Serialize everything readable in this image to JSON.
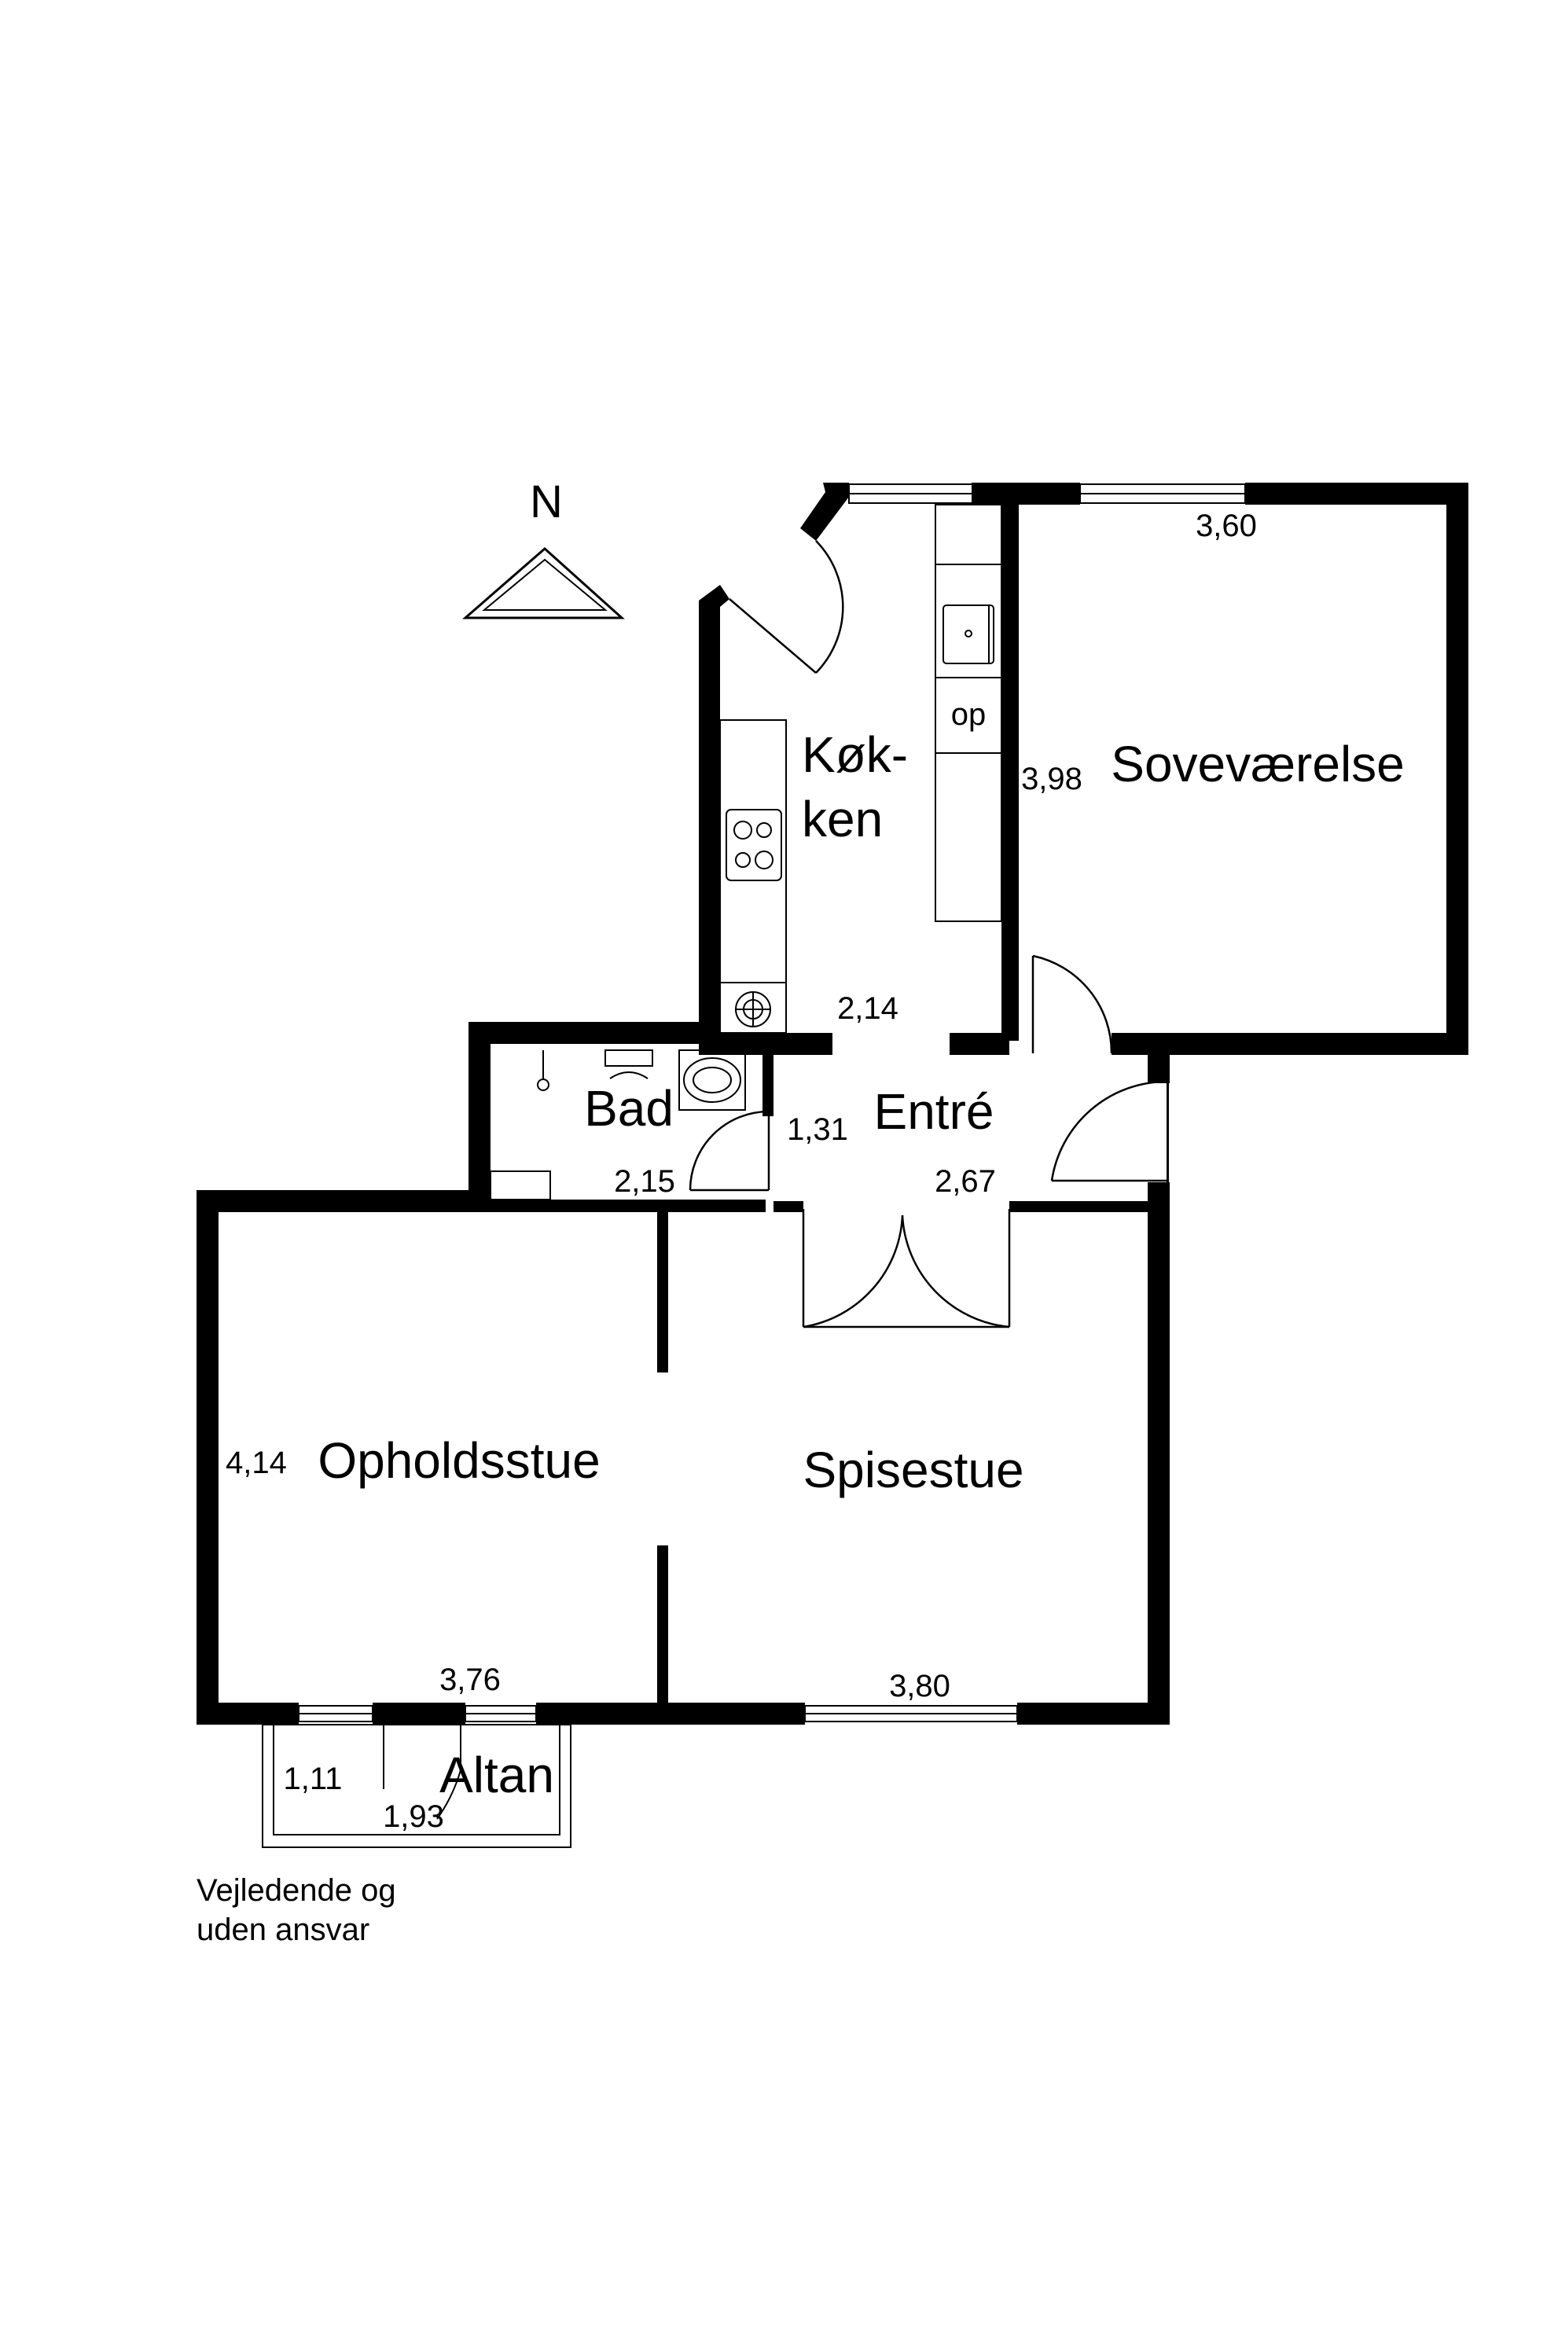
{
  "compass": {
    "label": "N"
  },
  "rooms": {
    "kitchen_line1": "Køk-",
    "kitchen_line2": "ken",
    "bedroom": "Soveværelse",
    "bath": "Bad",
    "entry": "Entré",
    "living": "Opholdsstue",
    "dining": "Spisestue",
    "balcony": "Altan"
  },
  "dimensions": {
    "bedroom_width": "3,60",
    "bedroom_depth": "3,98",
    "kitchen_width": "2,14",
    "entry_depth": "1,31",
    "entry_width": "2,67",
    "bath_width": "2,15",
    "living_depth": "4,14",
    "living_width": "3,76",
    "dining_width": "3,80",
    "balcony_depth": "1,11",
    "balcony_width": "1,93"
  },
  "fixtures": {
    "cupboard": "op"
  },
  "disclaimer": {
    "line1": "Vejledende og",
    "line2": "uden ansvar"
  }
}
